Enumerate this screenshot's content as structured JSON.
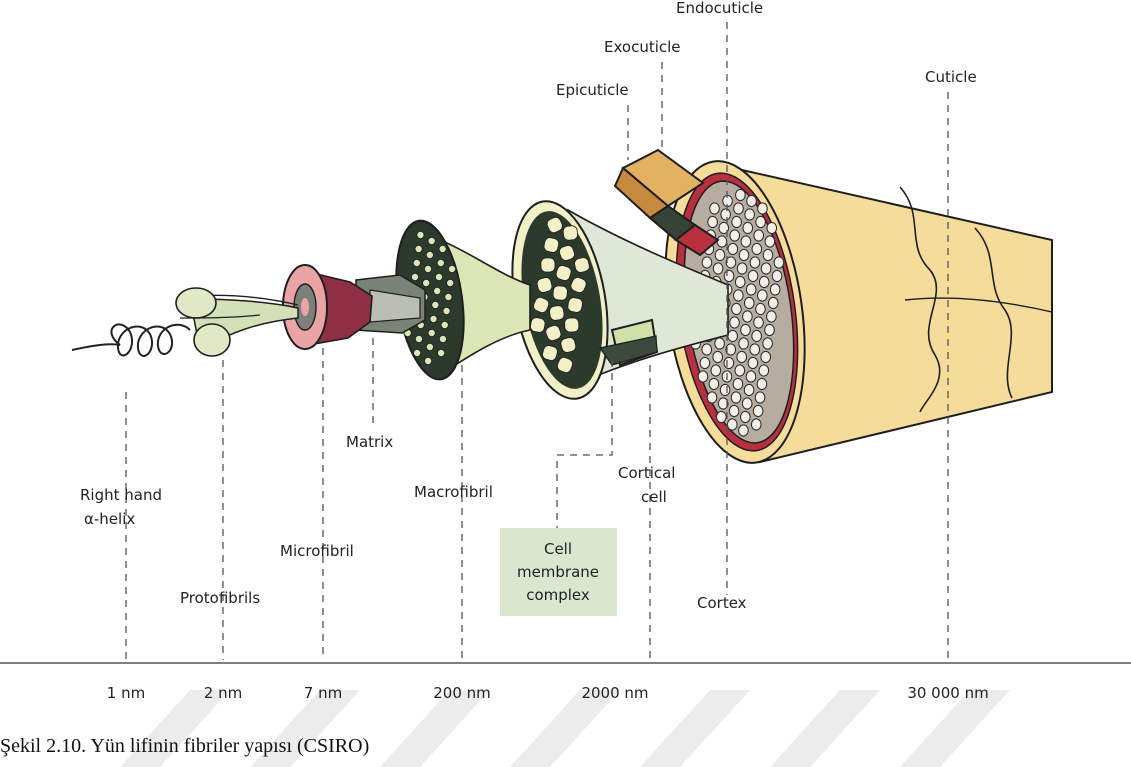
{
  "labels": {
    "endocuticle": "Endocuticle",
    "exocuticle": "Exocuticle",
    "epicuticle": "Epicuticle",
    "cuticle": "Cuticle",
    "matrix": "Matrix",
    "right_hand_line1": "Right hand",
    "right_hand_line2": "α-helix",
    "macrofibril": "Macrofibril",
    "cortical_line1": "Cortical",
    "cortical_line2": "cell",
    "microfibril": "Microfibril",
    "cmc_line1": "Cell",
    "cmc_line2": "membrane",
    "cmc_line3": "complex",
    "protofibrils": "Protofibrils",
    "cortex": "Cortex"
  },
  "scale": [
    "1 nm",
    "2 nm",
    "7 nm",
    "200 nm",
    "2000 nm",
    "30 000 nm"
  ],
  "caption": "Şekil 2.10. Yün lifinin fibriler yapısı (CSIRO)",
  "colors": {
    "cuticle": "#f6dc9a",
    "cortex_fill": "#b6aca0",
    "red_layer": "#b8303d",
    "green_dark": "#29392f",
    "macro_green": "#dbe6b6",
    "micro_pink": "#eba4a6",
    "matrix_maroon": "#8f2f44",
    "cmc_box": "#dbe6cf",
    "watermark": "#e3e3e3"
  }
}
